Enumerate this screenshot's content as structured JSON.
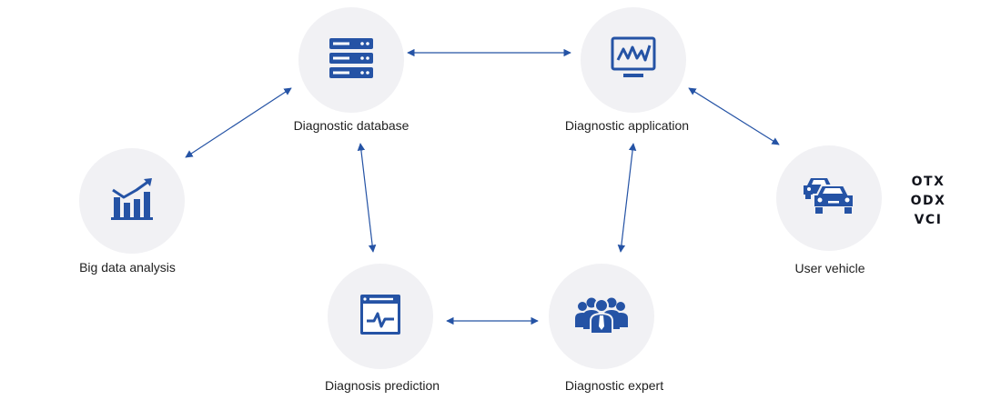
{
  "colors": {
    "accent": "#2553a5",
    "node_background": "#f1f1f4",
    "text": "#1f1f1f"
  },
  "nodes": {
    "database": {
      "label": "Diagnostic database",
      "icon": "server-rack-icon"
    },
    "application": {
      "label": "Diagnostic application",
      "icon": "monitor-waveform-icon"
    },
    "bigdata": {
      "label": "Big data analysis",
      "icon": "bar-chart-trend-icon"
    },
    "vehicle": {
      "label": "User vehicle",
      "icon": "cars-icon"
    },
    "prediction": {
      "label": "Diagnosis prediction",
      "icon": "browser-pulse-icon"
    },
    "expert": {
      "label": "Diagnostic expert",
      "icon": "people-group-icon"
    }
  },
  "protocols": [
    "OTX",
    "ODX",
    "VCI"
  ]
}
